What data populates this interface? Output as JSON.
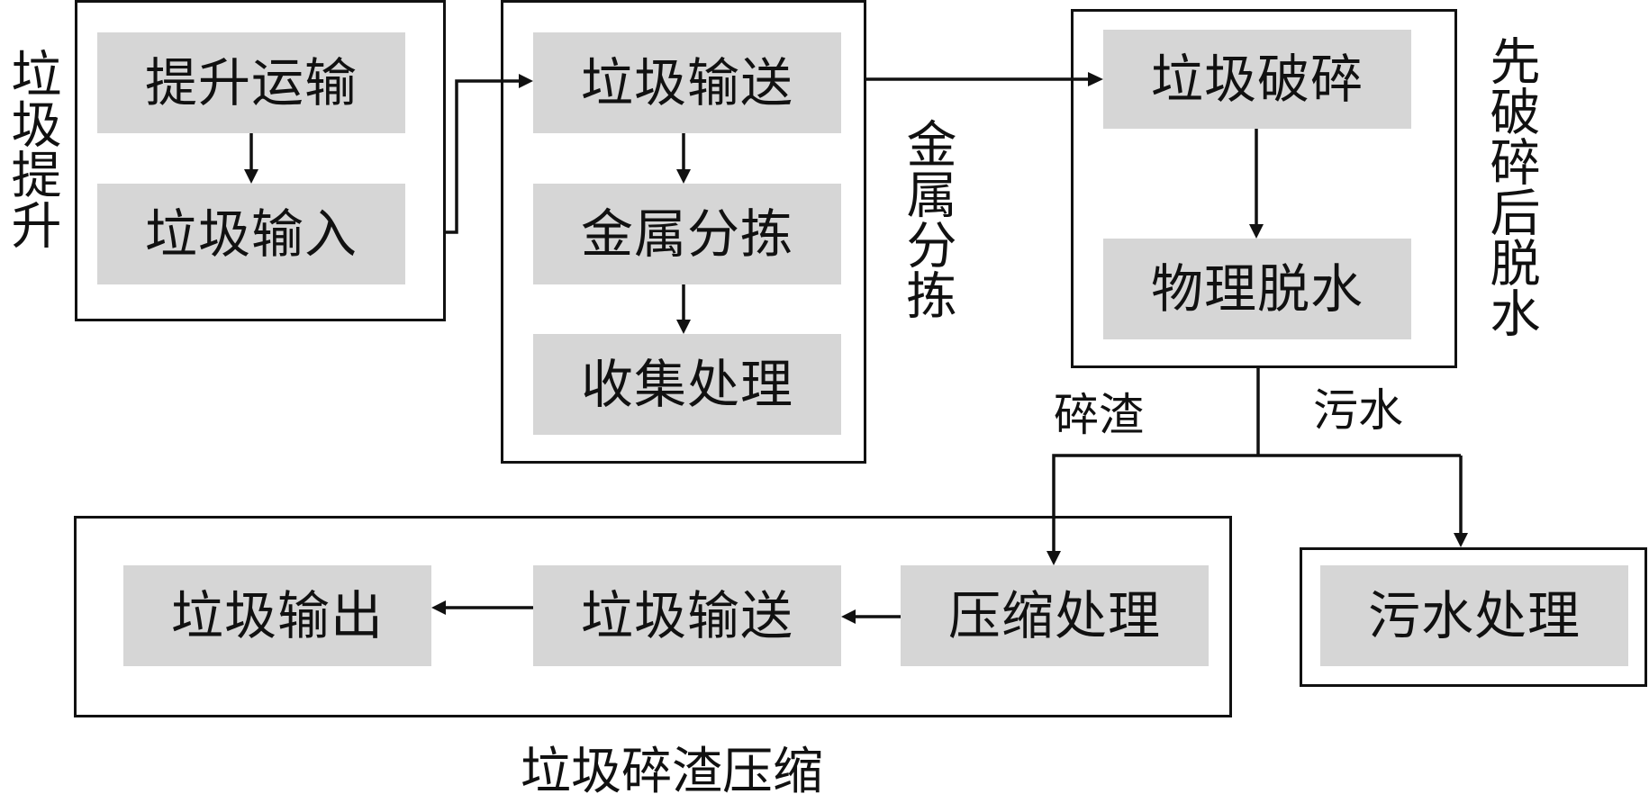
{
  "groups": {
    "lift": {
      "label": "垃圾提升",
      "steps": [
        "提升运输",
        "垃圾输入"
      ]
    },
    "sorting": {
      "label": "金属分拣",
      "steps": [
        "垃圾输送",
        "金属分拣",
        "收集处理"
      ]
    },
    "crush": {
      "label": "先破碎后脱水",
      "steps": [
        "垃圾破碎",
        "物理脱水"
      ]
    },
    "compress": {
      "label": "垃圾碎渣压缩",
      "steps": [
        "垃圾输出",
        "垃圾输送",
        "压缩处理"
      ]
    },
    "sewage": {
      "steps": [
        "污水处理"
      ]
    }
  },
  "branch_labels": {
    "residue": "碎渣",
    "sewage": "污水"
  }
}
